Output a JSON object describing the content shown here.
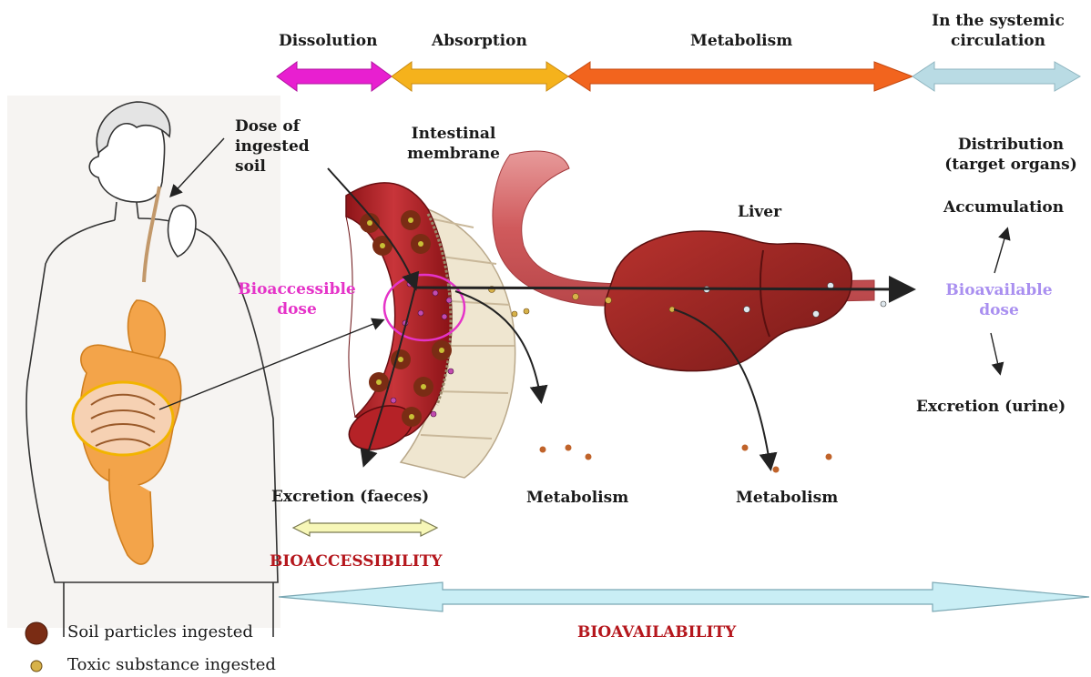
{
  "process_stages": {
    "dissolution": "Dissolution",
    "absorption": "Absorption",
    "metabolism": "Metabolism",
    "systemic_circulation": "In the systemic circulation"
  },
  "labels": {
    "dose_ingested_soil": "Dose of ingested soil",
    "intestinal_membrane": "Intestinal membrane",
    "liver": "Liver",
    "distribution": "Distribution (target organs)",
    "accumulation": "Accumulation",
    "bioaccessible_dose": "Bioaccessible dose",
    "bioavailable_dose": "Bioavailable dose",
    "excretion_urine": "Excretion (urine)",
    "excretion_faeces": "Excretion (faeces)",
    "metabolism_gut": "Metabolism",
    "metabolism_liver": "Metabolism"
  },
  "spans": {
    "bioaccessibility": "BIOACCESSIBILITY",
    "bioavailability": "BIOAVAILABILITY"
  },
  "legend": {
    "soil_particles": "Soil particles ingested",
    "toxic_substance": "Toxic substance ingested"
  },
  "colors": {
    "dissolution_arrow": "#e81fd0",
    "absorption_arrow": "#f5b21c",
    "metabolism_arrow": "#f2641e",
    "circulation_arrow": "#b9dbe4",
    "soil_particle": "#7a2c14",
    "toxic_particle": "#d7b24a",
    "accent_red": "#b5171d",
    "accent_pink": "#e533c8",
    "accent_violet": "#a98ff0"
  }
}
